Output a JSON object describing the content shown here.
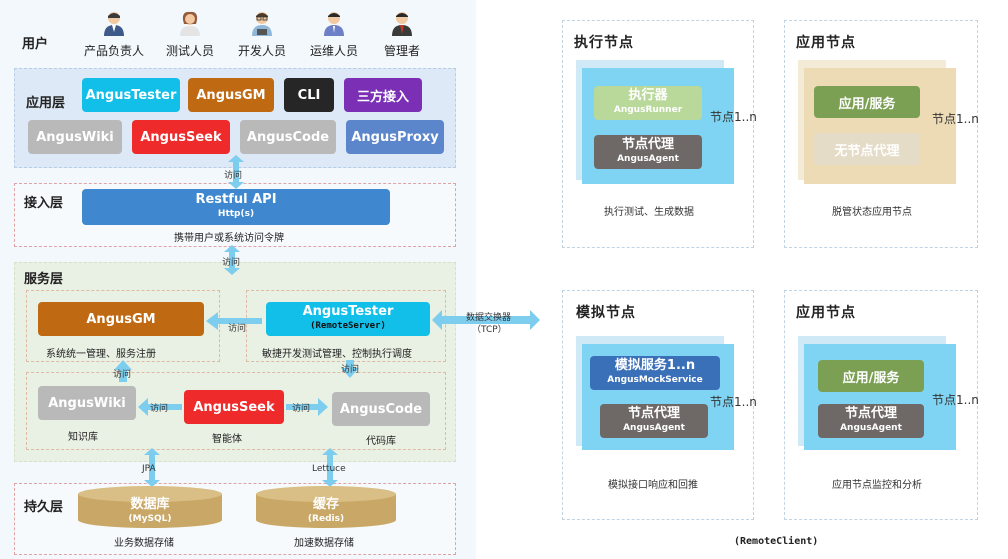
{
  "users": {
    "label": "用户",
    "roles": [
      "产品负责人",
      "测试人员",
      "开发人员",
      "运维人员",
      "管理者"
    ]
  },
  "layers": {
    "app": "应用层",
    "access": "接入层",
    "service": "服务层",
    "persist": "持久层"
  },
  "app_layer": {
    "row1": [
      "AngusTester",
      "AngusGM",
      "CLI",
      "三方接入"
    ],
    "row2": [
      "AngusWiki",
      "AngusSeek",
      "AngusCode",
      "AngusProxy"
    ]
  },
  "access_layer": {
    "api_title": "Restful API",
    "api_sub": "Http(s)",
    "caption": "携带用户或系统访问令牌"
  },
  "arrows": {
    "visit": "访问",
    "data_exchanger": "数据交换器",
    "tcp": "（TCP）",
    "jpa": "JPA",
    "lettuce": "Lettuce"
  },
  "service_layer": {
    "gm": "AngusGM",
    "gm_caption": "系统统一管理、服务注册",
    "tester": "AngusTester",
    "tester_sub": "(RemoteServer)",
    "tester_caption": "敏捷开发测试管理、控制执行调度",
    "wiki": "AngusWiki",
    "wiki_caption": "知识库",
    "seek": "AngusSeek",
    "seek_caption": "智能体",
    "code": "AngusCode",
    "code_caption": "代码库"
  },
  "persist_layer": {
    "db": "数据库",
    "db_sub": "(MySQL)",
    "db_caption": "业务数据存储",
    "cache": "缓存",
    "cache_sub": "(Redis)",
    "cache_caption": "加速数据存储"
  },
  "nodes": {
    "exec": {
      "title": "执行节点",
      "top": "执行器",
      "top_sub": "AngusRunner",
      "bottom": "节点代理",
      "bottom_sub": "AngusAgent",
      "count": "节点1..n",
      "caption": "执行测试、生成数据"
    },
    "app1": {
      "title": "应用节点",
      "top": "应用/服务",
      "bottom": "无节点代理",
      "count": "节点1..n",
      "caption": "脱管状态应用节点"
    },
    "mock": {
      "title": "模拟节点",
      "top": "模拟服务1..n",
      "top_sub": "AngusMockService",
      "bottom": "节点代理",
      "bottom_sub": "AngusAgent",
      "count": "节点1..n",
      "caption": "模拟接口响应和回推"
    },
    "app2": {
      "title": "应用节点",
      "top": "应用/服务",
      "bottom": "节点代理",
      "bottom_sub": "AngusAgent",
      "count": "节点1..n",
      "caption": "应用节点监控和分析"
    }
  },
  "footer": "(RemoteClient)",
  "colors": {
    "cyan": "#11bfe8",
    "brown": "#bf6a12",
    "black": "#262626",
    "purple": "#7a2fb5",
    "gray": "#b9b9b9",
    "red": "#ee2a2a",
    "blue": "#5b86cc",
    "api_blue": "#3f87cf",
    "tan": "#c9a867",
    "green": "#7ba054",
    "dark_gray": "#6e6867",
    "arrow": "#7dcdee"
  }
}
